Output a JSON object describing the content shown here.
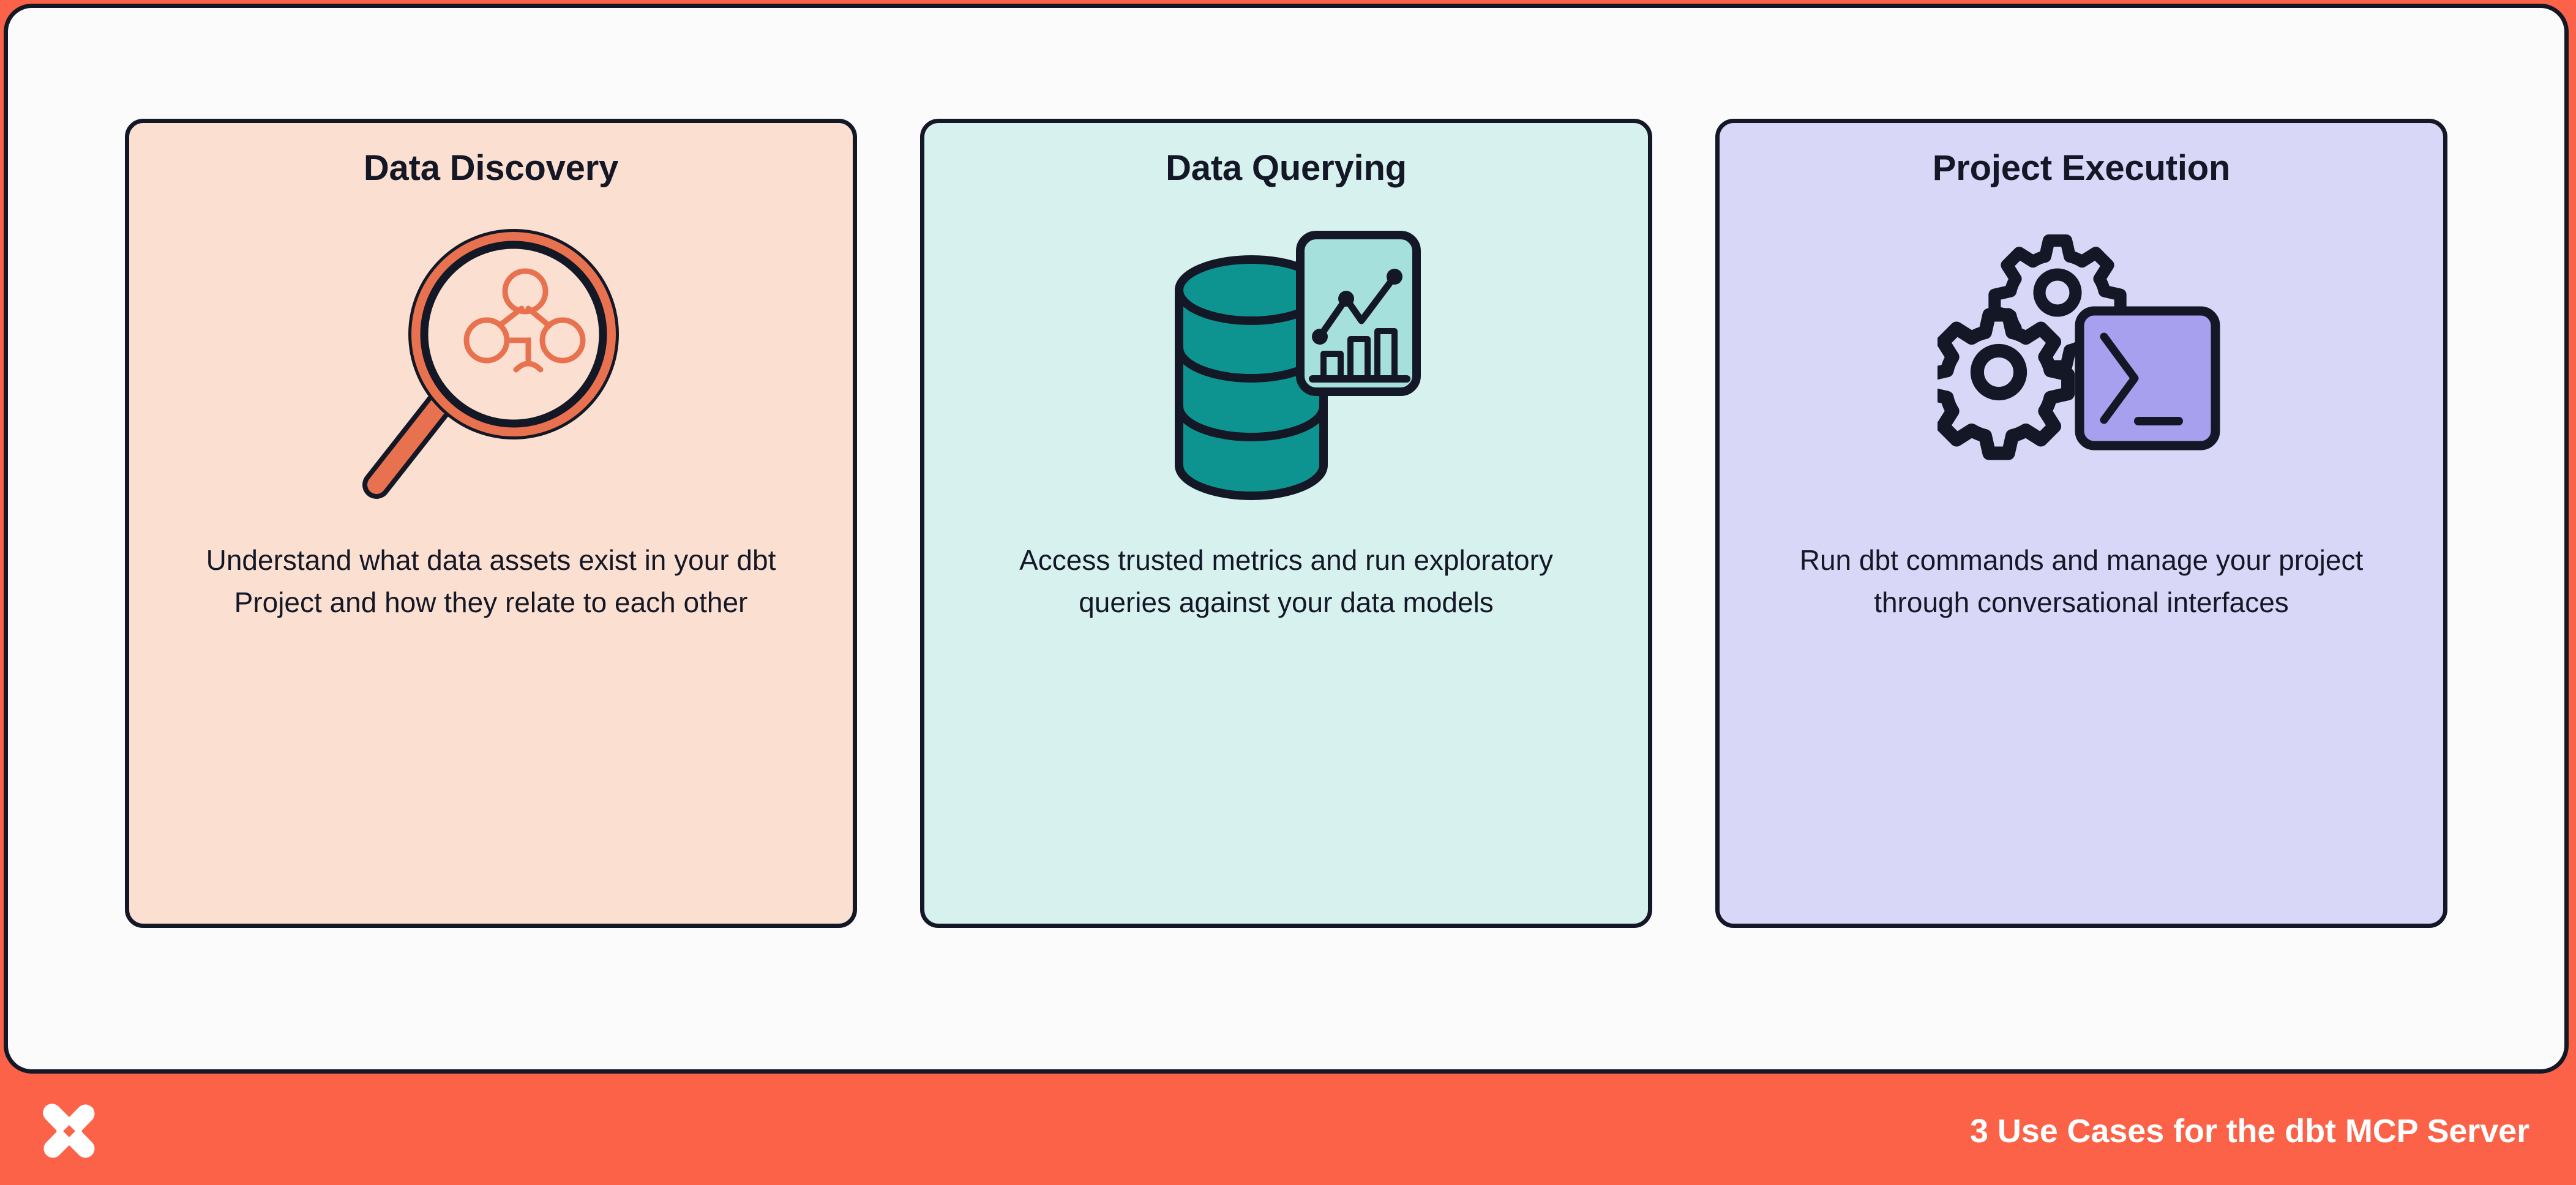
{
  "brand": {
    "logo_icon": "dbt-logo-icon",
    "accent_orange": "#FC6248",
    "ink": "#141826",
    "panel_bg": "#FCFBFB"
  },
  "footer": {
    "caption": "3 Use Cases for the dbt MCP Server"
  },
  "cards": [
    {
      "title": "Data Discovery",
      "body": "Understand what data assets exist in your dbt Project and how they relate to each other",
      "icon": "magnifying-glass-lineage-icon",
      "bg": "#FBE0D1",
      "accent": "#E8724F"
    },
    {
      "title": "Data Querying",
      "body": "Access trusted metrics and run exploratory queries against your data models",
      "icon": "database-analytics-icon",
      "bg": "#D7F1EF",
      "accent": "#0E9490"
    },
    {
      "title": "Project Execution",
      "body": "Run dbt commands and manage your project through conversational interfaces",
      "icon": "gears-terminal-icon",
      "bg": "#D9D7F7",
      "accent": "#A7A0EE"
    }
  ]
}
